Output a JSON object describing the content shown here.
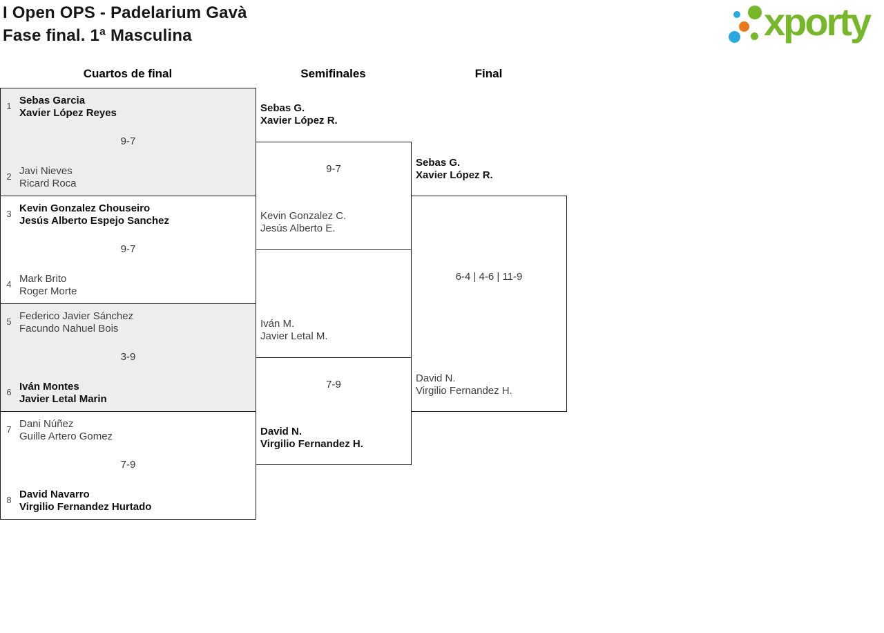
{
  "header": {
    "title_line1": "I Open OPS - Padelarium Gavà",
    "title_line2": "Fase final. 1ª Masculina"
  },
  "logo": {
    "text": "xporty",
    "colors": {
      "green": "#76b82a",
      "blue": "#2aa8e0",
      "orange": "#e87a1d"
    }
  },
  "round_headers": [
    "Cuartos de final",
    "Semifinales",
    "Final"
  ],
  "bracket": {
    "quarterfinals": [
      {
        "seed_top": "1",
        "team_top_line1": "Sebas Garcia",
        "team_top_line2": "Xavier López Reyes",
        "top_winner": true,
        "score": "9-7",
        "seed_bottom": "2",
        "team_bottom_line1": "Javi Nieves",
        "team_bottom_line2": "Ricard Roca",
        "bottom_winner": false
      },
      {
        "seed_top": "3",
        "team_top_line1": "Kevin Gonzalez Chouseiro",
        "team_top_line2": "Jesús Alberto Espejo Sanchez",
        "top_winner": true,
        "score": "9-7",
        "seed_bottom": "4",
        "team_bottom_line1": "Mark Brito",
        "team_bottom_line2": "Roger Morte",
        "bottom_winner": false
      },
      {
        "seed_top": "5",
        "team_top_line1": "Federico Javier Sánchez",
        "team_top_line2": "Facundo Nahuel Bois",
        "top_winner": false,
        "score": "3-9",
        "seed_bottom": "6",
        "team_bottom_line1": "Iván Montes",
        "team_bottom_line2": "Javier Letal Marin",
        "bottom_winner": true
      },
      {
        "seed_top": "7",
        "team_top_line1": "Dani Núñez",
        "team_top_line2": "Guille Artero Gomez",
        "top_winner": false,
        "score": "7-9",
        "seed_bottom": "8",
        "team_bottom_line1": "David Navarro",
        "team_bottom_line2": "Virgilio Fernandez Hurtado",
        "bottom_winner": true
      }
    ],
    "semifinals": [
      {
        "team_top_line1": "Sebas G.",
        "team_top_line2": "Xavier López R.",
        "top_winner": true,
        "score": "9-7",
        "team_bottom_line1": "Kevin Gonzalez C.",
        "team_bottom_line2": "Jesús Alberto E.",
        "bottom_winner": false
      },
      {
        "team_top_line1": "Iván M.",
        "team_top_line2": "Javier Letal M.",
        "top_winner": false,
        "score": "7-9",
        "team_bottom_line1": "David N.",
        "team_bottom_line2": "Virgilio Fernandez H.",
        "bottom_winner": true
      }
    ],
    "final": {
      "team_top_line1": "Sebas G.",
      "team_top_line2": "Xavier López R.",
      "top_winner": true,
      "score": "6-4 | 4-6 | 11-9",
      "team_bottom_line1": "David N.",
      "team_bottom_line2": "Virgilio Fernandez H.",
      "bottom_winner": false
    }
  }
}
